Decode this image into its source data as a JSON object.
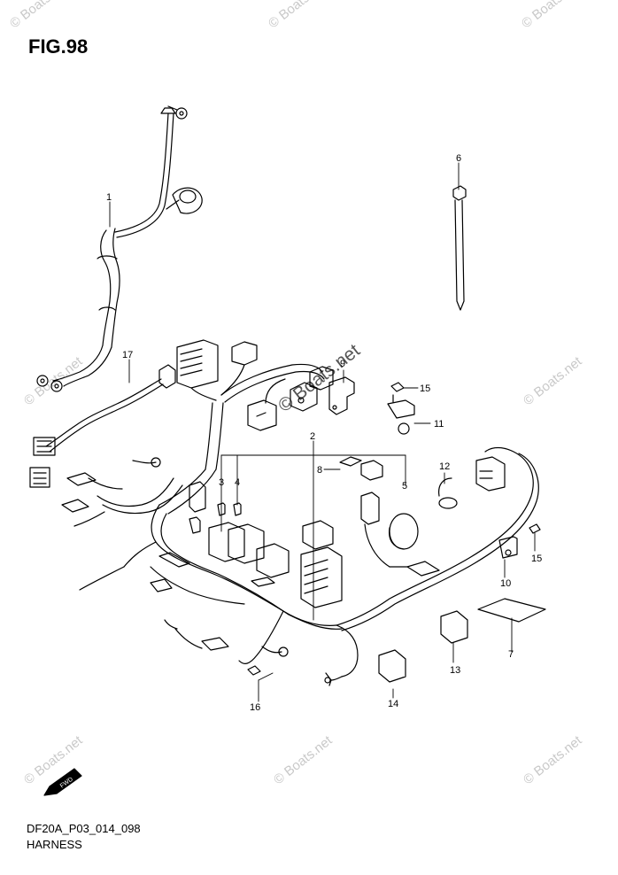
{
  "figure": {
    "title": "FIG.98",
    "code": "DF20A_P03_014_098",
    "name": "HARNESS"
  },
  "watermark": {
    "text": "© Boats.net"
  },
  "fwd_label": "FWD",
  "callouts": {
    "c1": "1",
    "c2": "2",
    "c3": "3",
    "c4": "4",
    "c5": "5",
    "c6": "6",
    "c7": "7",
    "c8": "8",
    "c9": "9",
    "c10": "10",
    "c11": "11",
    "c12": "12",
    "c13": "13",
    "c14": "14",
    "c15a": "15",
    "c15b": "15",
    "c16": "16",
    "c17": "17"
  }
}
